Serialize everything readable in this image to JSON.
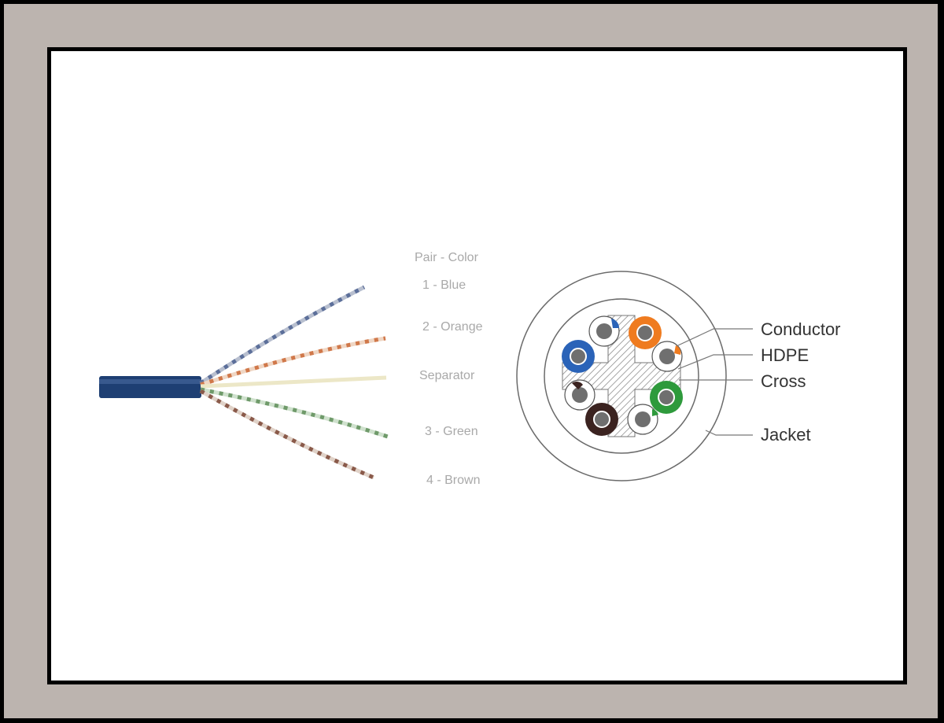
{
  "legend": {
    "heading": "Pair - Color",
    "items": [
      "1 - Blue",
      "2 - Orange",
      "Separator",
      "3 - Green",
      "4 - Brown"
    ]
  },
  "callouts": {
    "conductor": "Conductor",
    "hdpe": "HDPE",
    "cross": "Cross",
    "jacket": "Jacket"
  },
  "colors": {
    "frame": "#bcb4af",
    "jacket_blue": "#1e3f73",
    "pair_blue": "#2a63b8",
    "pair_orange": "#ef7b1f",
    "pair_green": "#2e9a3c",
    "pair_brown": "#3b2320",
    "conductor_core": "#6f6f6f"
  }
}
